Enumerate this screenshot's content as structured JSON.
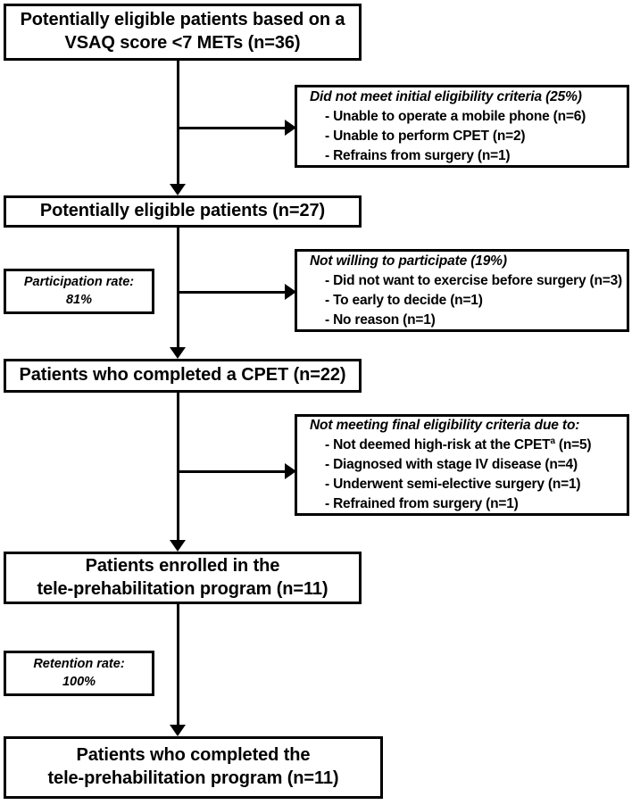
{
  "diagram": {
    "type": "patient-flow-chart",
    "accent_color": "#000000",
    "background_color": "#ffffff"
  },
  "main_boxes": [
    {
      "id": "eligible-vsaq",
      "line1": "Potentially eligible patients based on a",
      "line2": "VSAQ score <7 METs (n=36)",
      "n": 36
    },
    {
      "id": "potentially-eligible",
      "line1": "Potentially eligible patients (n=27)",
      "line2": "",
      "n": 27
    },
    {
      "id": "completed-cpet",
      "line1": "Patients who completed a CPET (n=22)",
      "line2": "",
      "n": 22
    },
    {
      "id": "enrolled-prehab",
      "line1": "Patients enrolled in the",
      "line2": "tele-prehabilitation program (n=11)",
      "n": 11
    },
    {
      "id": "completed-prehab",
      "line1": "Patients who completed the",
      "line2": "tele-prehabilitation program (n=11)",
      "n": 11
    }
  ],
  "rate_boxes": [
    {
      "id": "participation-rate",
      "label": "Participation rate:",
      "value": "81%"
    },
    {
      "id": "retention-rate",
      "label": "Retention rate:",
      "value": "100%"
    }
  ],
  "exclusion_boxes": [
    {
      "id": "initial-eligibility",
      "title": "Did not meet initial eligibility criteria (25%)",
      "percent": "25%",
      "items": [
        "- Unable to operate a mobile phone (n=6)",
        "- Unable to perform CPET (n=2)",
        "- Refrains from surgery (n=1)"
      ]
    },
    {
      "id": "not-willing",
      "title": "Not willing to participate (19%)",
      "percent": "19%",
      "items": [
        "- Did not want to exercise before surgery (n=3)",
        "- To early to decide (n=1)",
        "- No reason (n=1)"
      ]
    },
    {
      "id": "final-eligibility",
      "title": "Not meeting final eligibility criteria due to:",
      "percent": "",
      "items": [
        "- Not deemed high-risk at the CPET",
        "- Diagnosed with stage IV disease (n=4)",
        "- Underwent semi-elective surgery (n=1)",
        "- Refrained from surgery (n=1)"
      ],
      "item0_prefix": "- Not deemed high-risk at the CPET",
      "item0_sup": "a",
      "item0_suffix": " (n=5)"
    }
  ]
}
